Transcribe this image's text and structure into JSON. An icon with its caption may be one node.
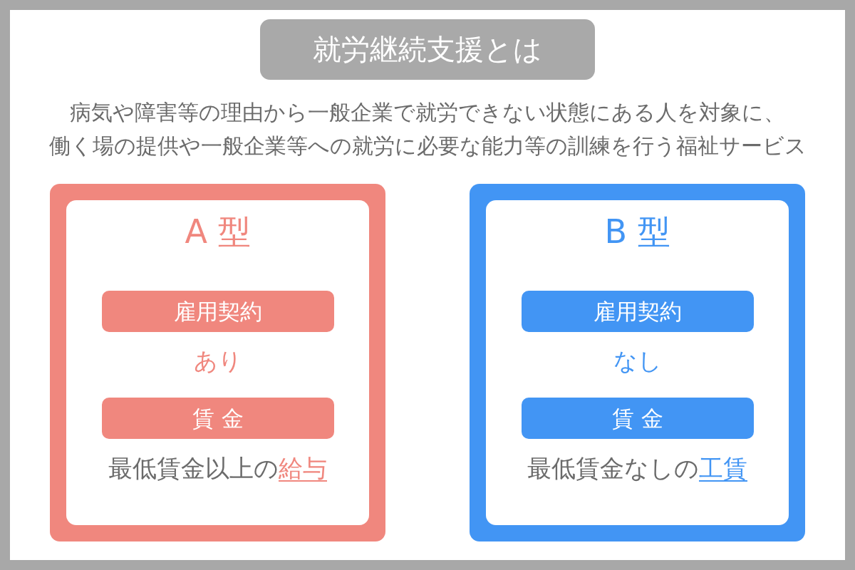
{
  "diagram": {
    "title": "就労継続支援とは",
    "nodes": [
      {
        "text": [
          "A 型"
        ]
      },
      {
        "text": [
          "雇用契約"
        ],
        "in": 0,
        "beside": [
          "あり"
        ]
      },
      {
        "text": [
          "賃 金"
        ],
        "in": 0,
        "beside": [
          "最低賃金以上の給与"
        ]
      },
      {
        "text": [
          "B 型"
        ]
      },
      {
        "text": [
          "雇用契約"
        ],
        "in": 3,
        "beside": [
          "なし"
        ]
      },
      {
        "text": [
          "賃 金"
        ],
        "in": 3,
        "beside": [
          "最低賃金なしの工賃"
        ]
      }
    ],
    "labels": [
      "病気や障害等の理由から一般企業で就労できない状態にある人を対象に、働く場の提供や一般企業等への就労に必要な能力等の訓練を行う福祉サービス"
    ]
  }
}
